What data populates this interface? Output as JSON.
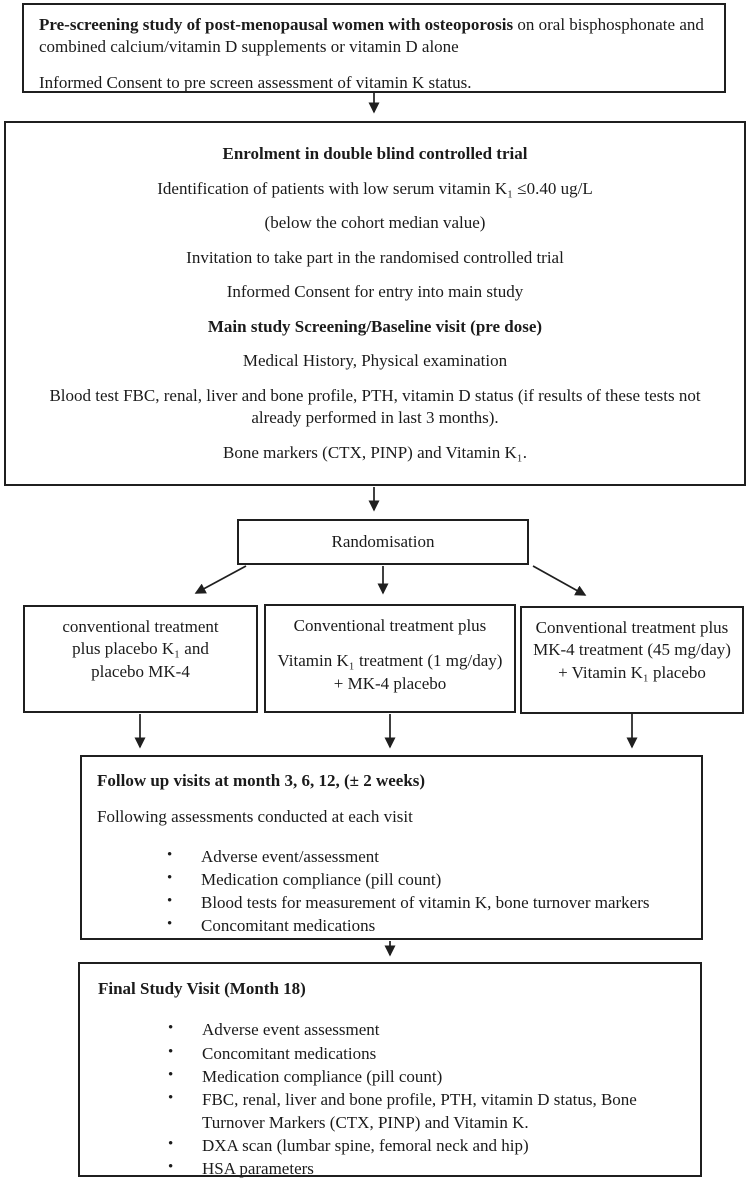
{
  "flowchart": {
    "prescreening": {
      "title_bold": "Pre-screening study of post-menopausal women with osteoporosis",
      "title_rest": " on oral bisphosphonate and combined calcium/vitamin D supplements or vitamin D alone",
      "consent": "Informed Consent to pre screen assessment of vitamin K status."
    },
    "enrolment": {
      "lines": [
        {
          "text": "Enrolment in double blind controlled trial",
          "bold": true
        },
        {
          "text": "Identification of patients with low serum vitamin K₁ ≤0.40 ug/L",
          "bold": false
        },
        {
          "text": "(below the cohort median  value)",
          "bold": false
        },
        {
          "text": "Invitation to take part in the randomised controlled trial",
          "bold": false
        },
        {
          "text": "Informed Consent for entry into main study",
          "bold": false
        },
        {
          "text": "Main study Screening/Baseline visit (pre dose)",
          "bold": true
        },
        {
          "text": "Medical History, Physical examination",
          "bold": false
        },
        {
          "text": "Blood test FBC, renal, liver and bone profile, PTH, vitamin D status (if results of these tests not already performed in last 3 months).",
          "bold": false
        },
        {
          "text": "Bone markers (CTX, PINP) and Vitamin K₁.",
          "bold": false
        }
      ]
    },
    "randomisation": {
      "label": "Randomisation"
    },
    "arms": {
      "left": {
        "line1": "conventional treatment",
        "line2": "plus placebo K₁ and",
        "line3": "placebo MK-4"
      },
      "middle": {
        "line1": "Conventional treatment plus",
        "line2": "Vitamin K₁ treatment (1 mg/day) + MK-4 placebo"
      },
      "right": {
        "line1": "Conventional treatment plus MK-4 treatment (45 mg/day) + Vitamin  K₁ placebo"
      }
    },
    "followup": {
      "title": "Follow up visits at month 3, 6, 12, (± 2 weeks)",
      "subtitle": "Following assessments conducted at each visit",
      "bullet_glyph": "•",
      "bullets": [
        "Adverse event/assessment",
        "Medication compliance (pill count)",
        "Blood tests for measurement of vitamin K, bone turnover markers",
        "Concomitant medications"
      ]
    },
    "final": {
      "title": "Final Study Visit (Month 18)",
      "bullet_glyph": "•",
      "bullets": [
        "Adverse event assessment",
        "Concomitant medications",
        "Medication compliance (pill count)",
        "FBC, renal, liver and bone profile, PTH, vitamin D status, Bone Turnover Markers (CTX, PINP) and Vitamin K.",
        "DXA scan (lumbar spine, femoral neck and hip)",
        "HSA parameters"
      ]
    },
    "colors": {
      "line": "#1f1f1f",
      "text": "#1b1b1b",
      "background": "#ffffff"
    }
  }
}
